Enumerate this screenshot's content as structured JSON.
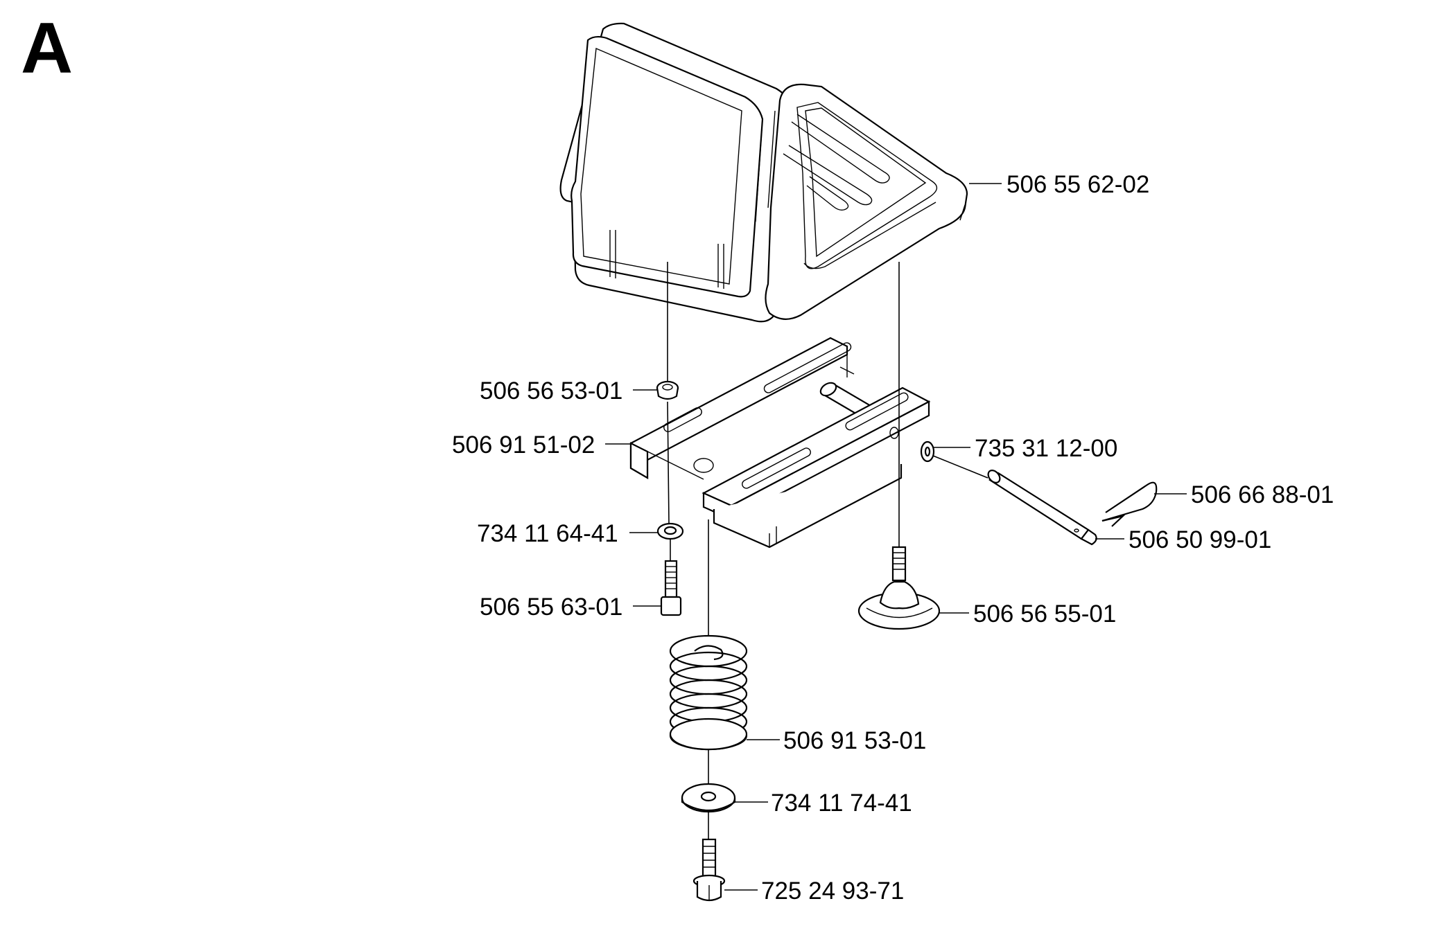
{
  "figure": {
    "section_letter": "A"
  },
  "parts": {
    "seat": "506 55 62-02",
    "grommet": "506 56 53-01",
    "seat_bracket": "506 91 51-02",
    "washer_small": "734 11 64-41",
    "screw": "506 55 63-01",
    "spring": "506 91 53-01",
    "washer_large": "734 11 74-41",
    "flange_bolt": "725 24 93-71",
    "lock_washer": "735 31 12-00",
    "hair_pin": "506 66 88-01",
    "pin": "506 50 99-01",
    "knob": "506 56 55-01"
  }
}
